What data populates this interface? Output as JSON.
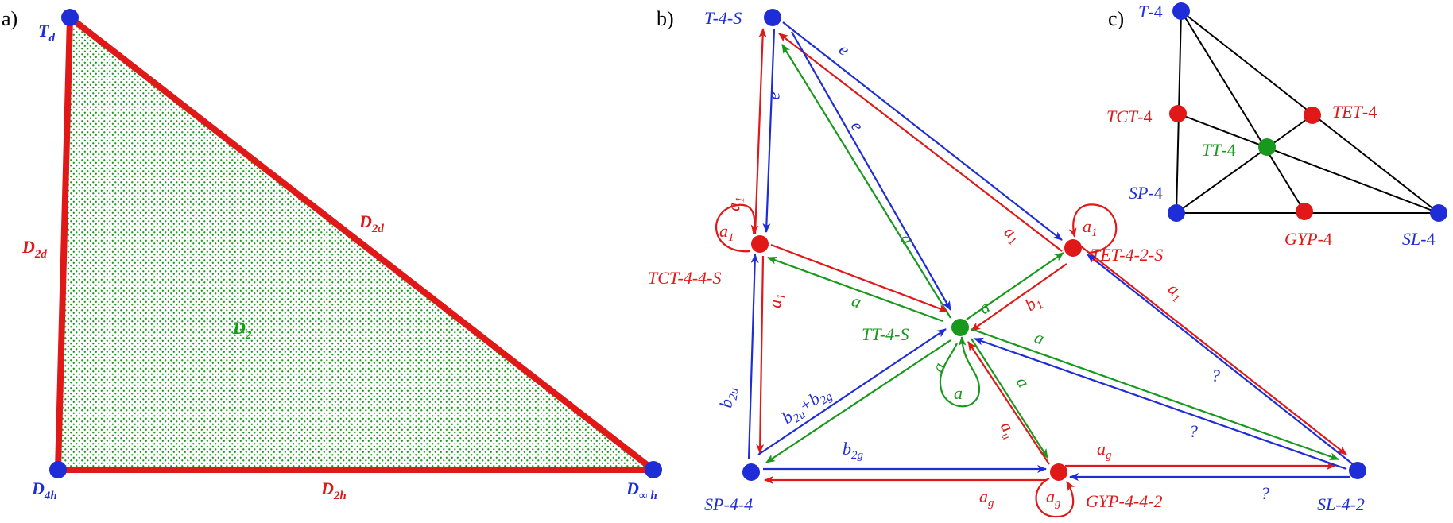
{
  "panels": {
    "a": {
      "letter": "a)",
      "vertices": {
        "top": "T",
        "top_sub": "d",
        "bottom_left": "D",
        "bottom_left_sub": "4h",
        "bottom_right": "D",
        "bottom_right_sub": "∞ h"
      },
      "edges": {
        "left": "D",
        "left_sub": "2d",
        "hyp": "D",
        "hyp_sub": "2d",
        "bottom": "D",
        "bottom_sub": "2h"
      },
      "interior": "D",
      "interior_sub": "2",
      "colors": {
        "vertex": "#1f2dd6",
        "edge": "#e01818",
        "fill_dots": "#18981c"
      }
    },
    "b": {
      "letter": "b)",
      "nodes": {
        "t": "T-4-S",
        "tct": "TCT-4-4-S",
        "tet": "TET-4-2-S",
        "tt": "TT-4-S",
        "sp": "SP-4-4",
        "gyp": "GYP-4-4-2",
        "sl": "SL-4-2"
      },
      "arrow_labels": {
        "e1": "e",
        "e2": "e",
        "e3": "e",
        "a1_left": "a",
        "a1_left_sub": "1",
        "a1_loop_tct": "a",
        "a1_loop_tct_sub": "1",
        "a1_tct_down": "a",
        "a1_tct_down_sub": "1",
        "a1_diag_upper": "a",
        "a1_diag_upper_sub": "1",
        "a1_loop_tet": "a",
        "a1_loop_tet_sub": "1",
        "a1_tet_sl": "a",
        "a1_tet_sl_sub": "1",
        "a_t_tt": "a",
        "a_tct_tt": "a",
        "a_tt_tet": "a",
        "b1": "b",
        "b1_sub": "1",
        "a_loop_tt": "a",
        "a_tt_small": "a",
        "a_tt_sl": "a",
        "a_tt_gyp": "a",
        "au": "a",
        "au_sub": "u",
        "b2u": "b",
        "b2u_sub": "2u",
        "b2u_b2g": "b",
        "b2u_b2g_sub1": "2u",
        "b2u_b2g_plus": "+b",
        "b2u_b2g_sub2": "2g",
        "b2g": "b",
        "b2g_sub": "2g",
        "ag_top": "a",
        "ag_top_sub": "g",
        "ag_bottom": "a",
        "ag_bottom_sub": "g",
        "ag_loop": "a",
        "ag_loop_sub": "g",
        "q1": "?",
        "q2": "?",
        "q3": "?"
      },
      "colors": {
        "blue": "#1f2dd6",
        "red": "#e01818",
        "green": "#18981c"
      }
    },
    "c": {
      "letter": "c)",
      "nodes": {
        "t": "T",
        "t_suffix": "-4",
        "tct": "TCT",
        "tct_suffix": "-4",
        "tet": "TET",
        "tet_suffix": "-4",
        "tt": "TT",
        "tt_suffix": "-4",
        "sp": "SP",
        "sp_suffix": "-4",
        "gyp": "GYP",
        "gyp_suffix": "-4",
        "sl": "SL",
        "sl_suffix": "-4"
      }
    }
  }
}
